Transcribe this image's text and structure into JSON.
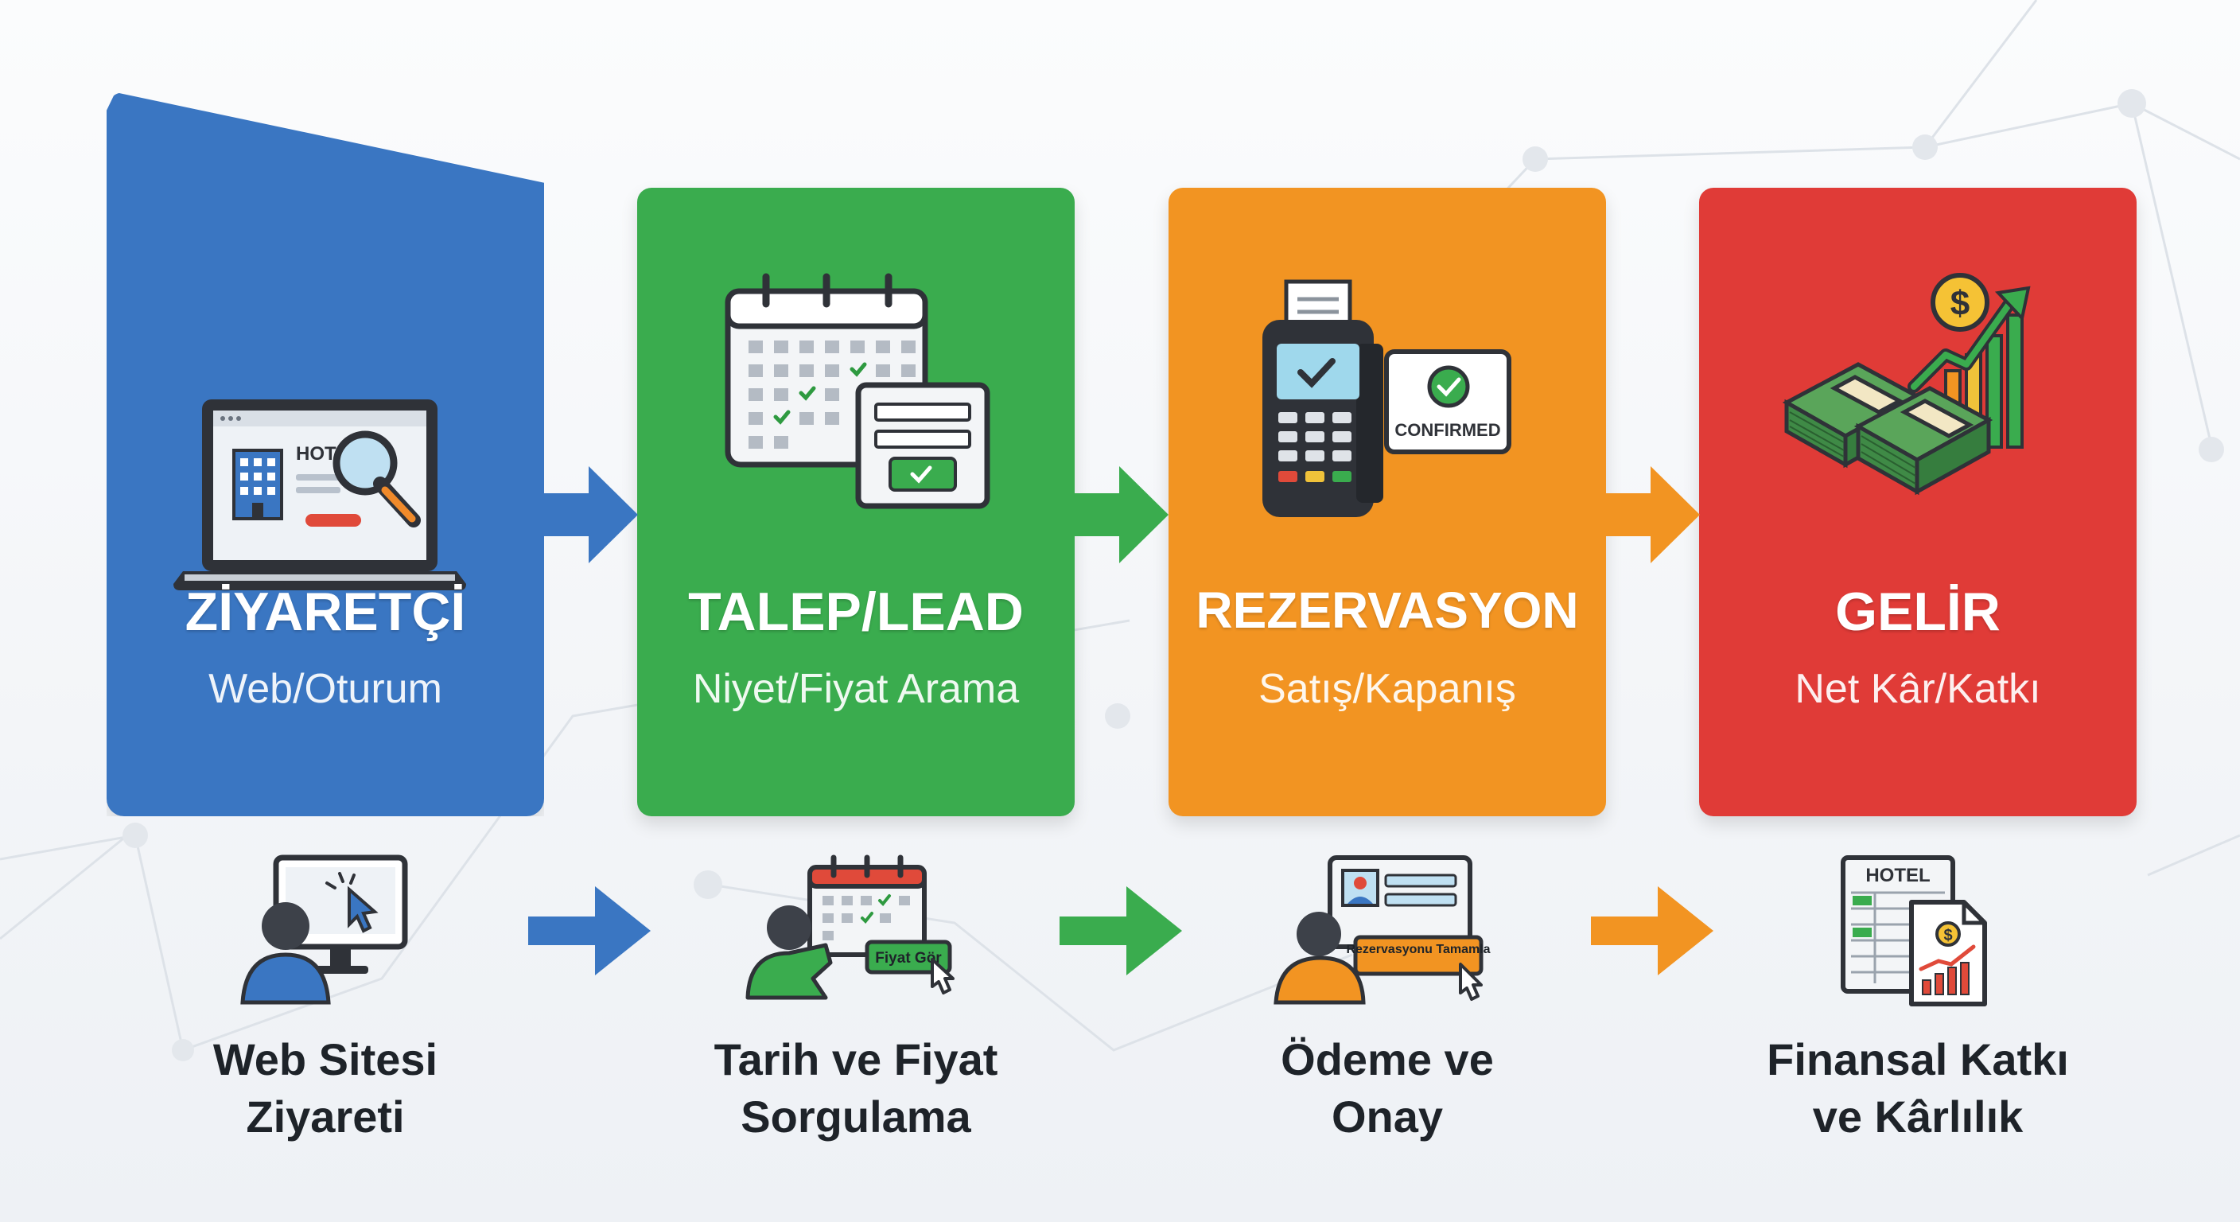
{
  "colors": {
    "blue": "#3a76c2",
    "green": "#3aac4e",
    "orange": "#f29422",
    "red": "#e03b37",
    "dark": "#2b2f36"
  },
  "stages": [
    {
      "title": "ZİYARETÇİ",
      "subtitle": "Web/Oturum",
      "color": "#3a76c2",
      "icon": "laptop-hotel-search-icon",
      "icon_text": "HOTEL"
    },
    {
      "title": "TALEP/LEAD",
      "subtitle": "Niyet/Fiyat Arama",
      "color": "#3aac4e",
      "icon": "calendar-form-icon"
    },
    {
      "title": "REZERVASYON",
      "subtitle": "Satış/Kapanış",
      "color": "#f29422",
      "icon": "pos-terminal-confirmed-icon",
      "icon_text": "CONFIRMED"
    },
    {
      "title": "GELİR",
      "subtitle": "Net Kâr/Katkı",
      "color": "#e03b37",
      "icon": "money-growth-icon",
      "icon_text": "$"
    }
  ],
  "steps": [
    {
      "line1": "Web Sitesi",
      "line2": "Ziyareti",
      "icon": "user-clicking-monitor-icon"
    },
    {
      "line1": "Tarih ve Fiyat",
      "line2": "Sorgulama",
      "icon": "user-calendar-price-icon",
      "icon_text": "Fiyat Gör"
    },
    {
      "line1": "Ödeme ve",
      "line2": "Onay",
      "icon": "user-booking-complete-icon",
      "icon_text": "Rezervasyonu Tamamla"
    },
    {
      "line1": "Finansal Katkı",
      "line2": "ve Kârlılık",
      "icon": "hotel-report-icon",
      "icon_text": "HOTEL",
      "icon_text_2": "$"
    }
  ]
}
